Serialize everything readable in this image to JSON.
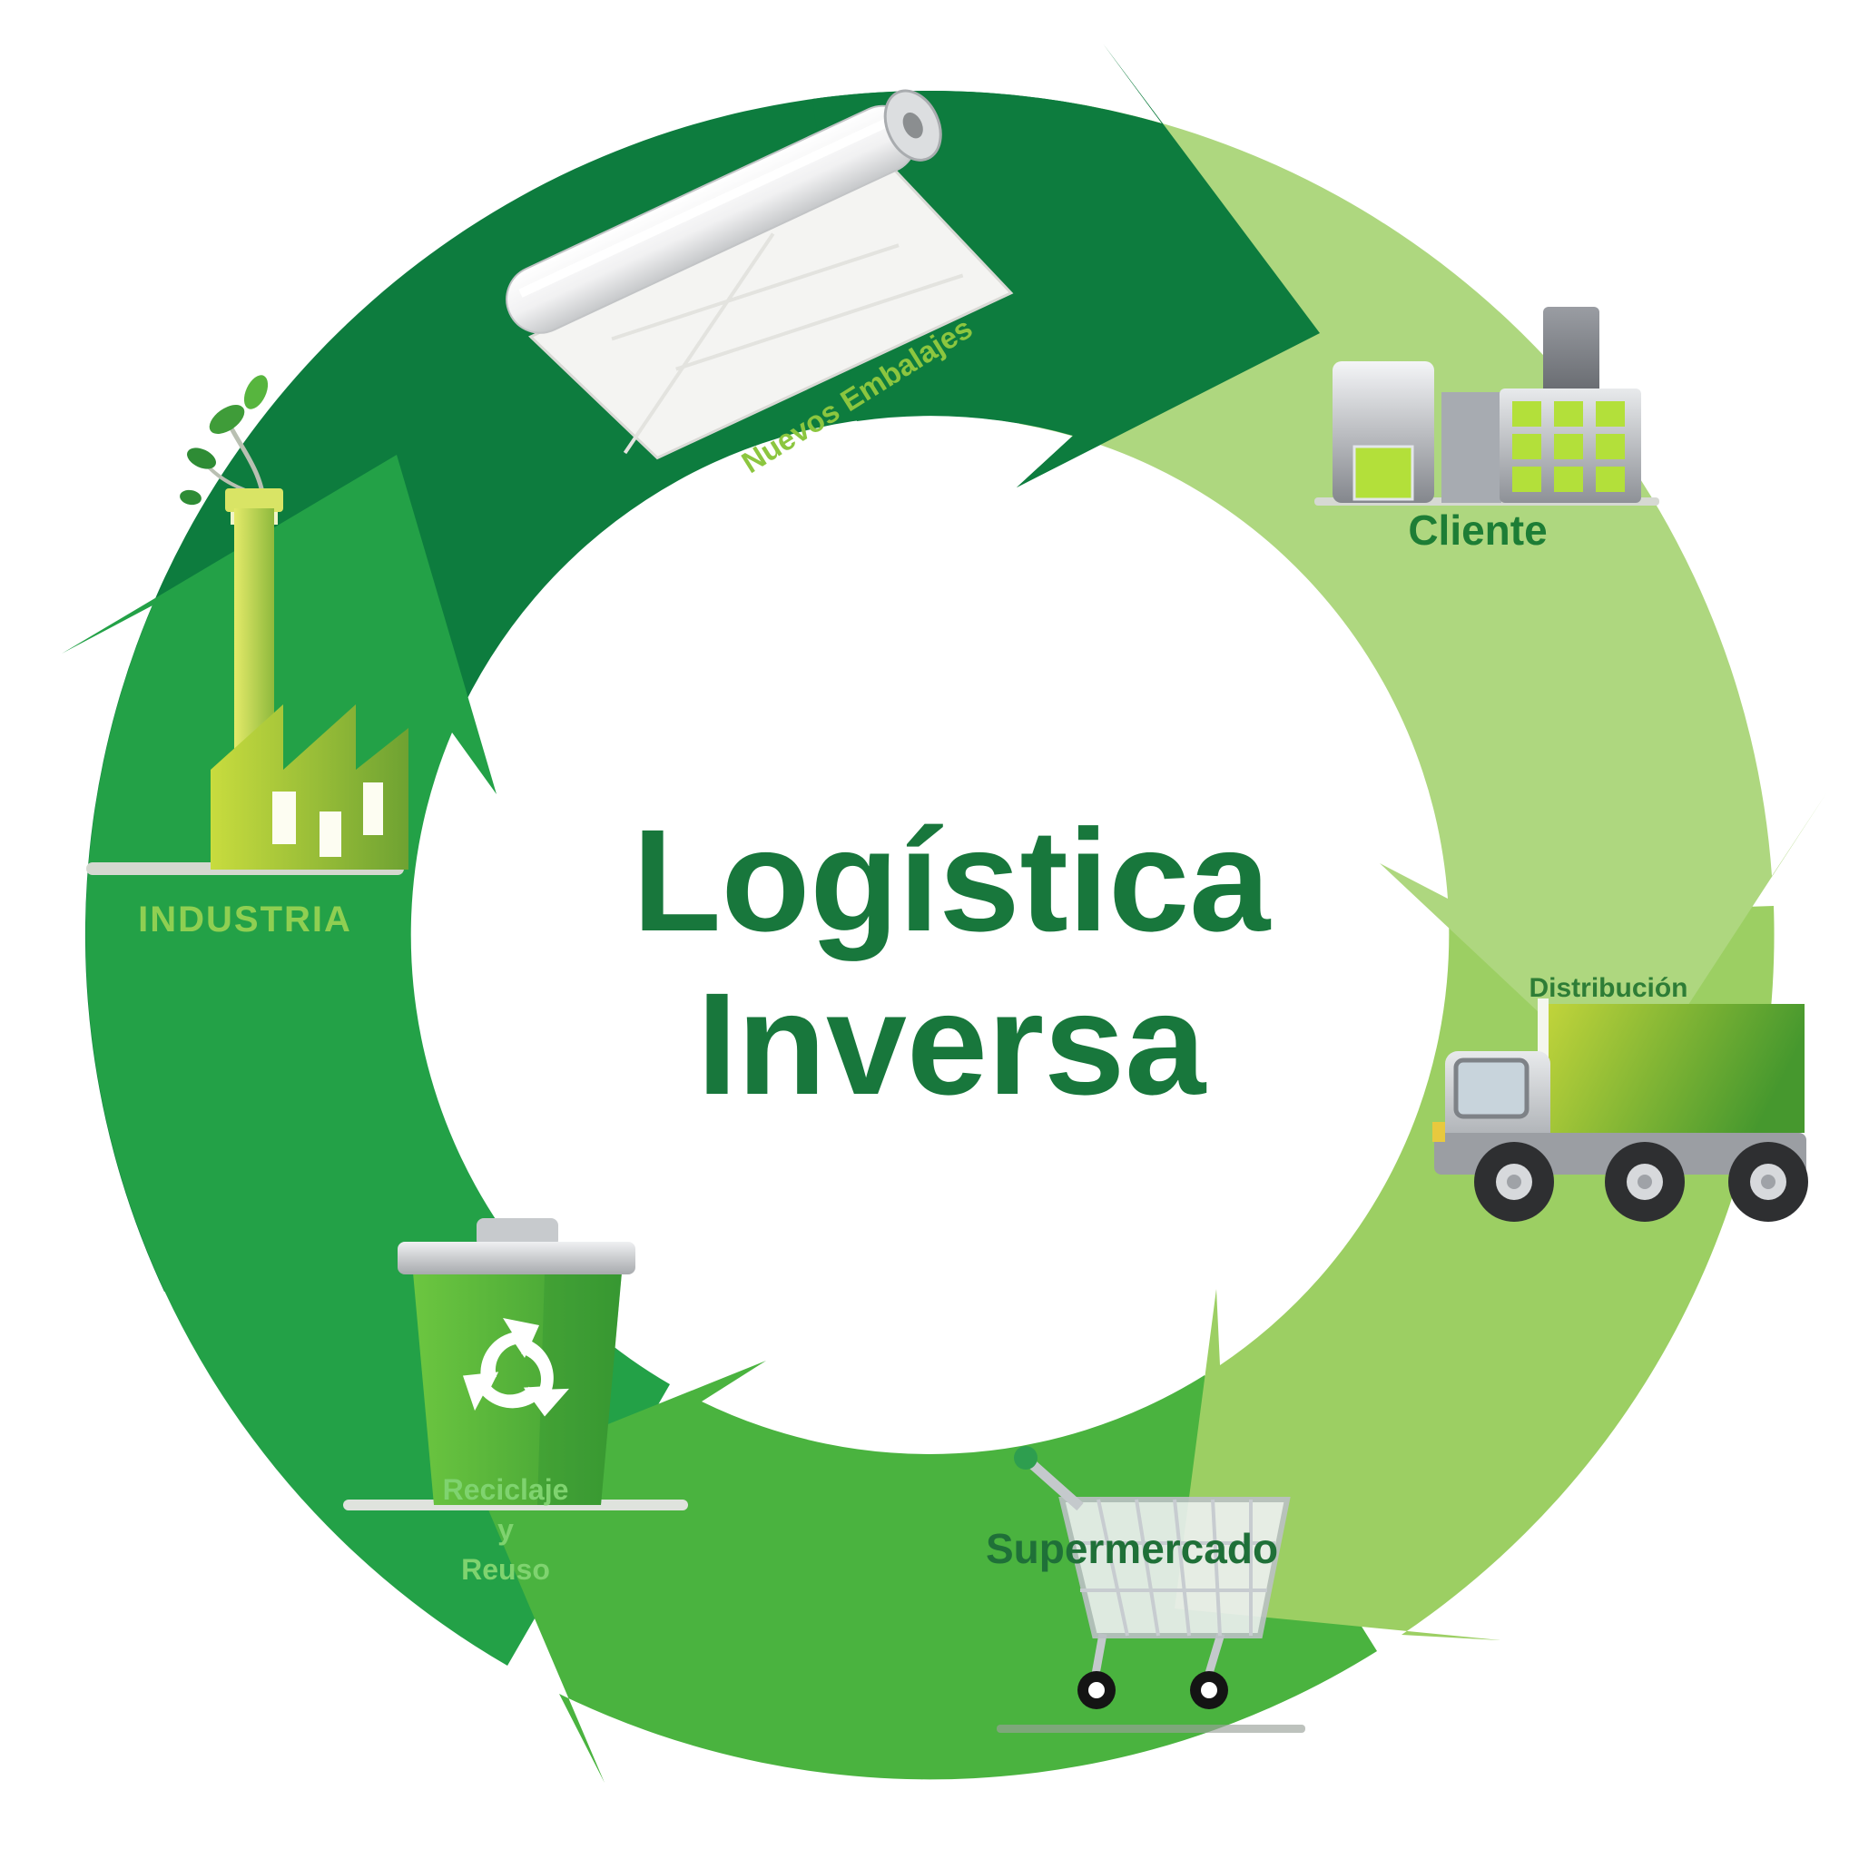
{
  "diagram": {
    "title": {
      "line1": "Logística",
      "line2": "Inversa"
    },
    "ribbon": {
      "text": "Nuevos Embalajes"
    },
    "nodes": {
      "cliente": {
        "label": "Cliente",
        "icon": "buildings-icon"
      },
      "distribucion": {
        "label": "Distribución",
        "icon": "truck-icon"
      },
      "supermercado": {
        "label": "Supermercado",
        "icon": "shopping-cart-icon"
      },
      "reciclaje": {
        "label_line1": "Reciclaje",
        "label_line2": "y",
        "label_line3": "Reuso",
        "icon": "recycle-bin-icon"
      },
      "industria": {
        "label": "INDUSTRIA",
        "icon": "factory-icon"
      },
      "nuevos_embalajes": {
        "icon": "packaging-roll-icon"
      }
    },
    "colors": {
      "arc_dark": "#0d7c3e",
      "arc_light_upper": "#aed77f",
      "arc_light_lower": "#9ccf63",
      "arc_bottom": "#4ab33f",
      "arc_left": "#23a147",
      "title_text": "#18773c",
      "label_cliente": "#1d7d35",
      "label_distribucion": "#2e7d36",
      "label_supermercado": "#1f7038",
      "label_reciclaje": "#7fd36f",
      "label_industria": "#8fcf52",
      "ribbon_text": "#8cc63f"
    }
  }
}
